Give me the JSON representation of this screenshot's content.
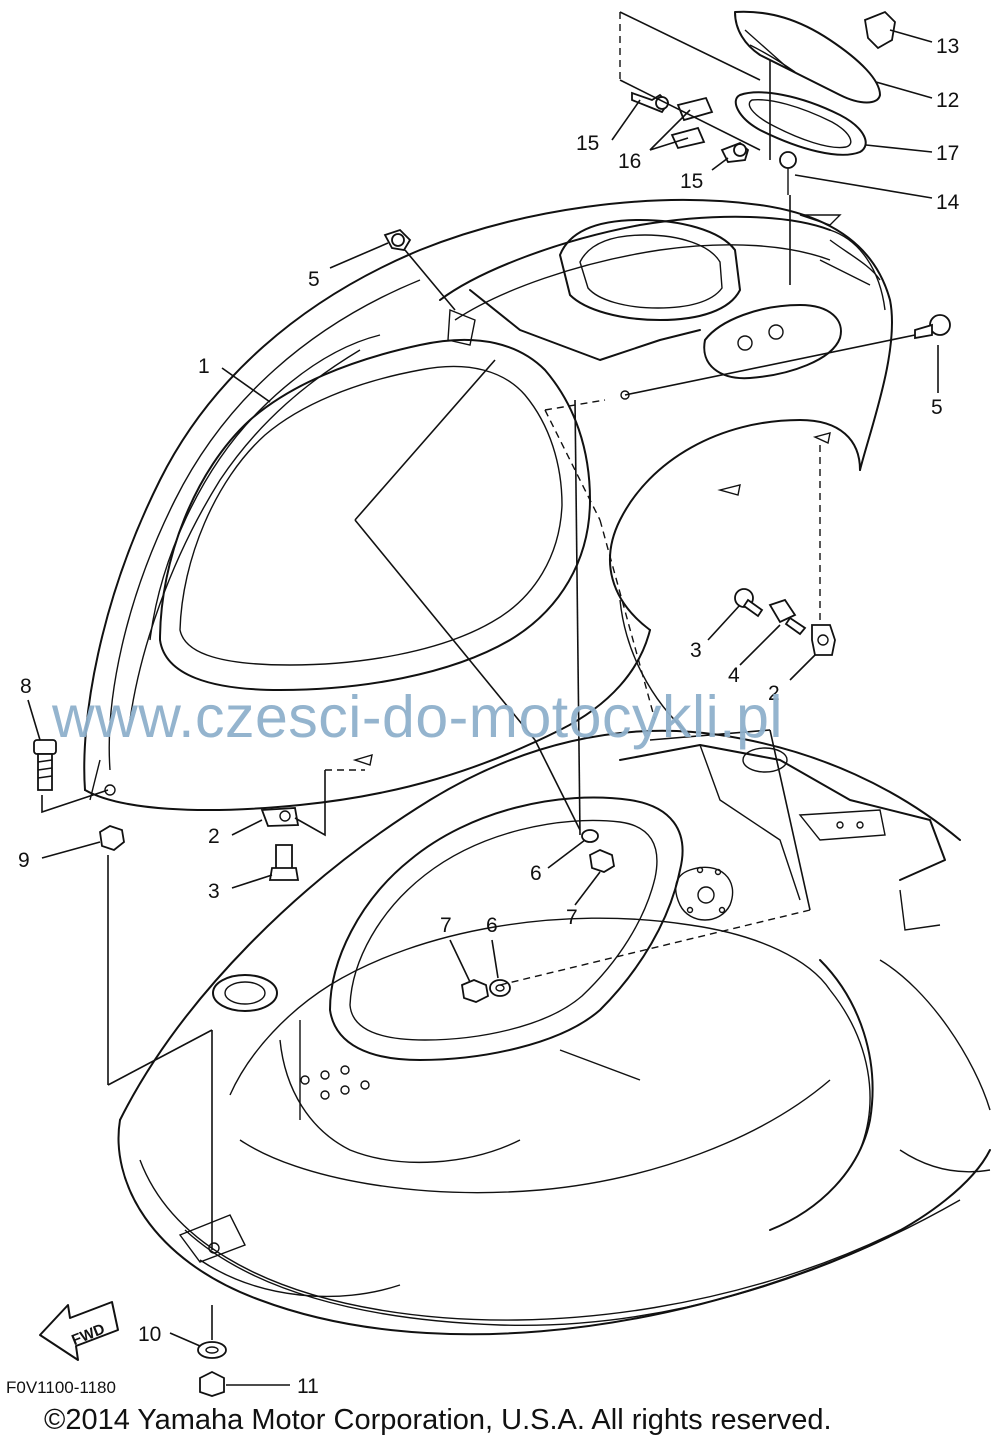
{
  "callouts": [
    {
      "id": "c1",
      "label": "1"
    },
    {
      "id": "c2a",
      "label": "2"
    },
    {
      "id": "c2b",
      "label": "2"
    },
    {
      "id": "c3a",
      "label": "3"
    },
    {
      "id": "c3b",
      "label": "3"
    },
    {
      "id": "c4",
      "label": "4"
    },
    {
      "id": "c5a",
      "label": "5"
    },
    {
      "id": "c5b",
      "label": "5"
    },
    {
      "id": "c6a",
      "label": "6"
    },
    {
      "id": "c6b",
      "label": "6"
    },
    {
      "id": "c7a",
      "label": "7"
    },
    {
      "id": "c7b",
      "label": "7"
    },
    {
      "id": "c8",
      "label": "8"
    },
    {
      "id": "c9",
      "label": "9"
    },
    {
      "id": "c10",
      "label": "10"
    },
    {
      "id": "c11",
      "label": "11"
    },
    {
      "id": "c12",
      "label": "12"
    },
    {
      "id": "c13",
      "label": "13"
    },
    {
      "id": "c14",
      "label": "14"
    },
    {
      "id": "c15a",
      "label": "15"
    },
    {
      "id": "c15b",
      "label": "15"
    },
    {
      "id": "c16",
      "label": "16"
    },
    {
      "id": "c17",
      "label": "17"
    }
  ],
  "fwd_label": "FWD",
  "watermark": "www.czesci-do-motocykli.pl",
  "drawing_code": "F0V1100-1180",
  "copyright": "©2014 Yamaha Motor Corporation, U.S.A. All rights reserved.",
  "colors": {
    "line": "#111111",
    "watermark": "#8fb1cc",
    "background": "#ffffff"
  }
}
